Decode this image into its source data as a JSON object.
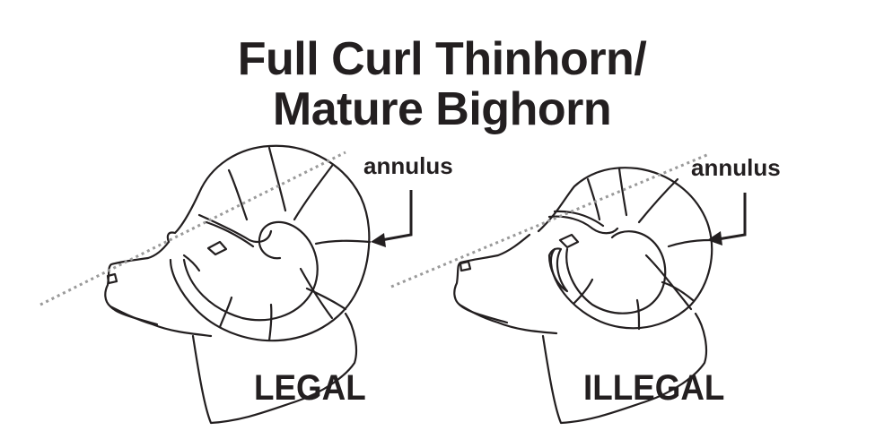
{
  "title": {
    "line1": "Full Curl Thinhorn/",
    "line2": "Mature Bighorn"
  },
  "panels": [
    {
      "callout": "annulus",
      "verdict": "LEGAL"
    },
    {
      "callout": "annulus",
      "verdict": "ILLEGAL"
    }
  ],
  "colors": {
    "ink": "#231f20",
    "dotted_line": "#9a9a9a",
    "background": "#ffffff"
  }
}
